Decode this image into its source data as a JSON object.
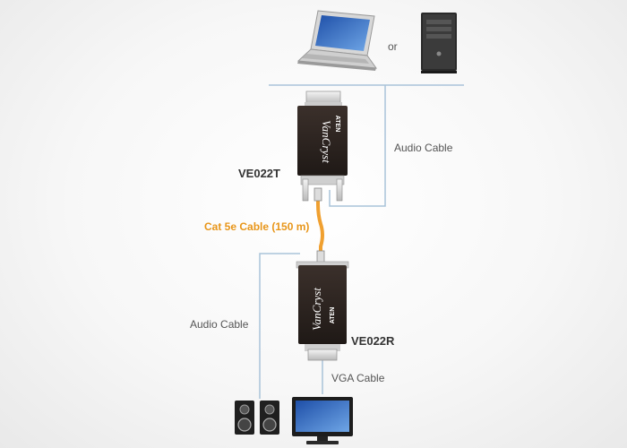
{
  "labels": {
    "or": "or",
    "audio_cable_top": "Audio Cable",
    "transmitter_model": "VE022T",
    "cat5e_cable": "Cat 5e Cable (150 m)",
    "audio_cable_bottom": "Audio Cable",
    "receiver_model": "VE022R",
    "vga_cable": "VGA Cable"
  },
  "device_branding": {
    "brand": "VanCryst",
    "maker": "ATEN"
  },
  "colors": {
    "cable_line": "#a9c3d9",
    "cat5e_cable": "#f0a030",
    "cat5e_label": "#e8961a",
    "device_body": "#2d2420"
  },
  "icons": [
    "laptop-icon",
    "desktop-tower-icon",
    "speakers-icon",
    "monitor-icon"
  ]
}
